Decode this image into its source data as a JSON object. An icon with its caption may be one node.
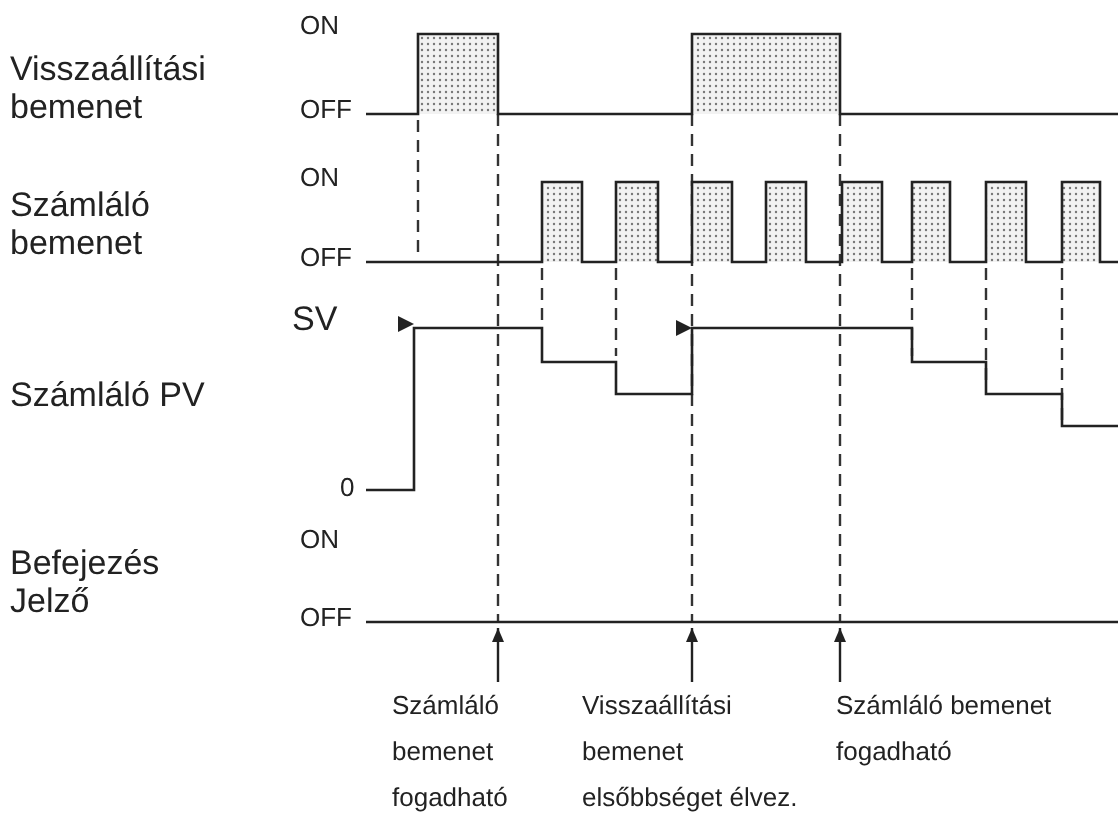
{
  "diagram": {
    "nodes": [
      {
        "text": [
          "Számláló bemenet fogadható"
        ]
      },
      {
        "text": [
          "Visszaállítási bemenet elsőbbséget élvez."
        ]
      },
      {
        "text": [
          "Számláló bemenet fogadható"
        ]
      }
    ],
    "edges": [
      {
        "from": 0,
        "to": null,
        "arrow": "to"
      },
      {
        "from": 1,
        "to": null,
        "arrow": "to"
      },
      {
        "from": 2,
        "to": null,
        "arrow": "to"
      }
    ],
    "labels": [
      "ON",
      "Visszaállítási bemenet",
      "OFF",
      "ON",
      "Számláló bemenet",
      "OFF",
      "SV",
      "Számláló PV",
      "0",
      "Befejezés Jelző",
      "ON",
      "OFF"
    ]
  }
}
